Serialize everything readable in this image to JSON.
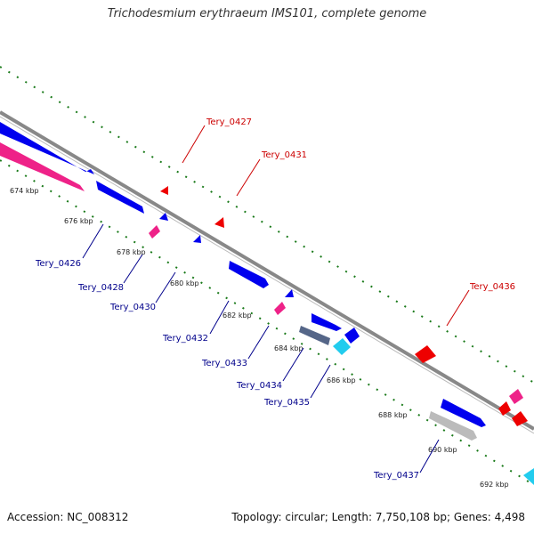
{
  "title": "Trichodesmium erythraeum IMS101, complete genome",
  "footer": {
    "accession": "Accession: NC_008312",
    "summary": "Topology: circular; Length: 7,750,108 bp; Genes: 4,498"
  },
  "colors": {
    "backbone": "#888888",
    "tick": "#1a7a1a",
    "forward_label": "#cc0000",
    "reverse_label": "#00008b",
    "cds_blue": "#0000ee",
    "cds_pink": "#ee2288",
    "cds_red": "#ee0000",
    "cds_gray": "#bbbbbb",
    "cds_cyan": "#22ccee",
    "cds_slate": "#556688"
  },
  "ticks": [
    "674 kbp",
    "676 kbp",
    "678 kbp",
    "680 kbp",
    "682 kbp",
    "684 kbp",
    "686 kbp",
    "688 kbp",
    "690 kbp",
    "692 kbp"
  ],
  "forward_labels": [
    "Tery_0427",
    "Tery_0431",
    "Tery_0436"
  ],
  "reverse_labels": [
    "Tery_0426",
    "Tery_0428",
    "Tery_0430",
    "Tery_0432",
    "Tery_0433",
    "Tery_0434",
    "Tery_0435",
    "Tery_0437"
  ]
}
